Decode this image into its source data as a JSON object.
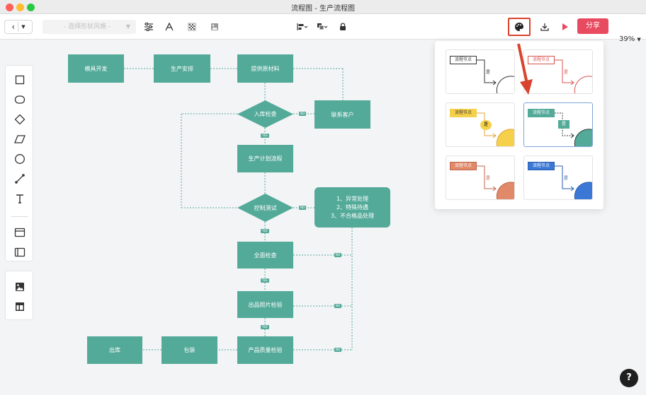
{
  "window": {
    "title": "流程图 - 生产流程图"
  },
  "toolbar": {
    "shape_style_placeholder": "- 选择形状风格 -",
    "share_label": "分享",
    "zoom_label": "39%"
  },
  "flowchart": {
    "nodes": {
      "mold_dev": "模具开发",
      "prod_arrange": "生产安排",
      "supply_material": "提供原材料",
      "incoming_check": "入库检查",
      "contact_customer": "联系客户",
      "prod_plan": "生产计划流程",
      "control_test": "控制测试",
      "exceptions": "1、异常处理\n2、特殊待遇\n3、不合格品处理",
      "full_check": "全面检查",
      "product_photo_check": "出品照片检验",
      "quality_check": "产品质量检验",
      "packing": "包装",
      "outbound": "出库"
    },
    "yes_label": "YES",
    "no_label": "NO"
  },
  "theme_popup": {
    "node_label": "流程节点",
    "yes_label": "是",
    "themes": [
      {
        "name": "theme-outline",
        "node_bg": "#ffffff",
        "node_border": "#333333",
        "node_text": "#333333",
        "line": "#333333"
      },
      {
        "name": "theme-red-outline",
        "node_bg": "#ffffff",
        "node_border": "#d9534f",
        "node_text": "#d9534f",
        "line": "#d9534f"
      },
      {
        "name": "theme-yellow",
        "node_bg": "#f5d04a",
        "node_border": "#f5d04a",
        "node_text": "#333333",
        "line": "#e2a23b"
      },
      {
        "name": "theme-green",
        "node_bg": "#53aa99",
        "node_border": "#53aa99",
        "node_text": "#ffffff",
        "line": "#2f3d3a"
      },
      {
        "name": "theme-orange",
        "node_bg": "#e08a6a",
        "node_border": "#c0654a",
        "node_text": "#ffffff",
        "line": "#c0654a"
      },
      {
        "name": "theme-blue",
        "node_bg": "#3b78d6",
        "node_border": "#2a5db0",
        "node_text": "#ffffff",
        "line": "#2a5db0"
      }
    ]
  },
  "colors": {
    "accent": "#53aa99",
    "share": "#e84a5f",
    "highlight": "#d9432d"
  },
  "help_label": "?"
}
